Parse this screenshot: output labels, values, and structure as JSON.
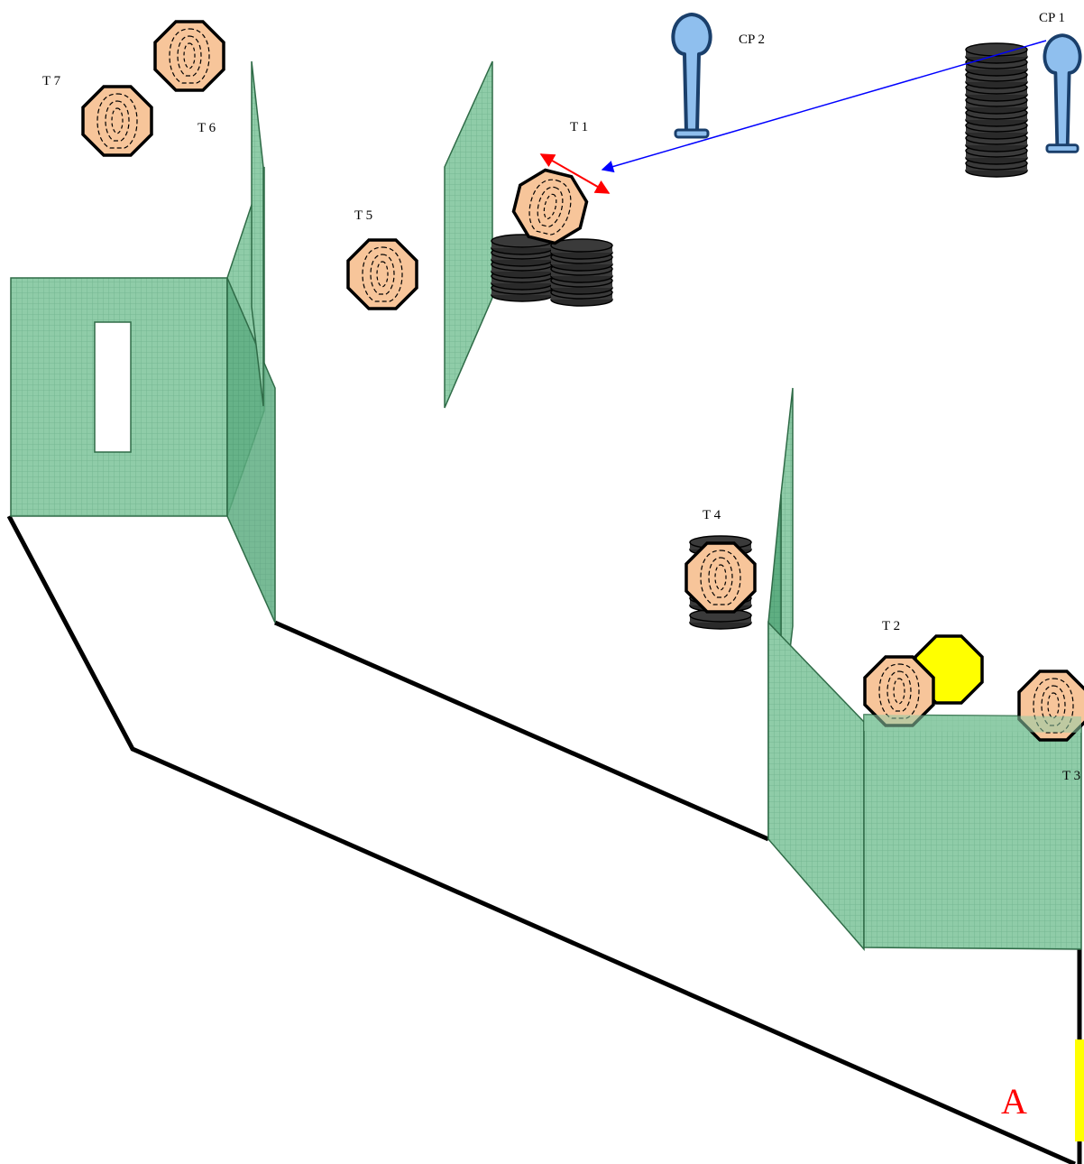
{
  "stage": {
    "labels": {
      "cp1": "CP 1",
      "cp2": "CP 2",
      "t1": "T 1",
      "t2": "T 2",
      "t3": "T 3",
      "t4": "T 4",
      "t5": "T 5",
      "t6": "T 6",
      "t7": "T 7",
      "area_a": "A"
    },
    "colors": {
      "wall_fill": "#8fcca8",
      "wall_grid": "#6fb38d",
      "wall_stroke": "#2f6b47",
      "target_fill": "#f7c59a",
      "noshoot_fill": "#ffff00",
      "tire_fill": "#3a3a3a",
      "popper_fill": "#8fbfee",
      "popper_stroke": "#1a3f6b",
      "swing_arrow": "#ff0000",
      "activation_line": "#0000ff",
      "area_label": "#ff0000",
      "fault_line": "#ffff00"
    },
    "icons": [
      "paper-target-icon",
      "no-shoot-target-icon",
      "popper-icon",
      "tire-stack-icon",
      "swing-arrow-icon",
      "activation-line-icon"
    ]
  }
}
